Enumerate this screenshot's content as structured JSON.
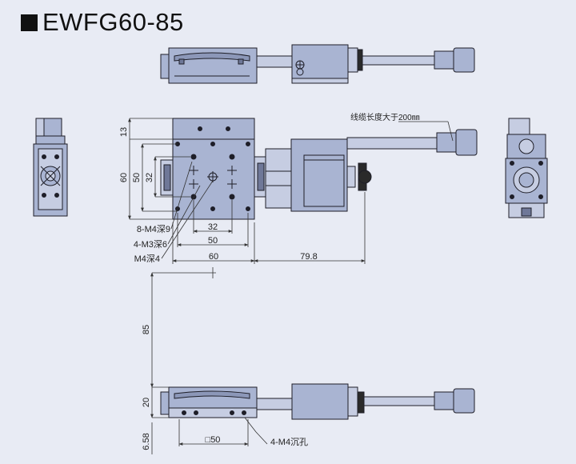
{
  "title": "EWFG60-85",
  "annotations": {
    "cable_note": "线缆长度大于200㎜",
    "hole_1": "8-M4深9",
    "hole_2": "4-M3深6",
    "hole_3": "M4深4",
    "hole_4": "4-M4沉孔"
  },
  "dimensions": {
    "top_13": "13",
    "height_60": "60",
    "height_50": "50",
    "height_32": "32",
    "width_32": "32",
    "width_50": "50",
    "width_60": "60",
    "motor_79_8": "79.8",
    "travel_85": "85",
    "height_20": "20",
    "offset_6_58": "6.58",
    "base_50": "□50"
  },
  "colors": {
    "background": "#e8ebf4",
    "body_fill": "#a9b4d2",
    "light_fill": "#c6cde2",
    "stroke": "#1e1e28",
    "dim_line": "#333333"
  }
}
